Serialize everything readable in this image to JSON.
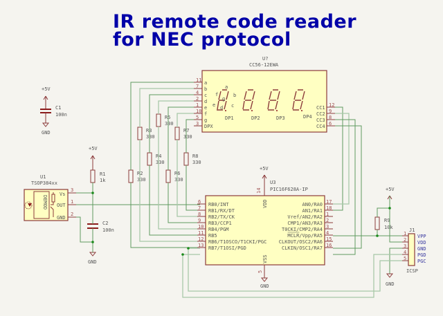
{
  "title": {
    "line1": "IR remote code reader",
    "line2": "for NEC protocol"
  },
  "power": {
    "vcc": "+5V",
    "gnd": "GND"
  },
  "components": {
    "c1": {
      "ref": "C1",
      "value": "100n"
    },
    "c2": {
      "ref": "C2",
      "value": "100n"
    },
    "r1": {
      "ref": "R1",
      "value": "1k"
    },
    "r2": {
      "ref": "R2",
      "value": "330"
    },
    "r3": {
      "ref": "R3",
      "value": "330"
    },
    "r4": {
      "ref": "R4",
      "value": "330"
    },
    "r5": {
      "ref": "R5",
      "value": "330"
    },
    "r6": {
      "ref": "R6",
      "value": "330"
    },
    "r7": {
      "ref": "R7",
      "value": "330"
    },
    "r8": {
      "ref": "R8",
      "value": "330"
    },
    "r9": {
      "ref": "R9",
      "value": "10k"
    },
    "u1": {
      "ref": "U1",
      "value": "TSOP384xx",
      "inner": "DEMOD",
      "pins": [
        {
          "num": "3",
          "name": "Vs"
        },
        {
          "num": "1",
          "name": "OUT"
        },
        {
          "num": "2",
          "name": "GND"
        }
      ]
    },
    "u2": {
      "ref": "U?",
      "value": "CC56-12EWA",
      "left_pins": [
        {
          "num": "11",
          "name": "a"
        },
        {
          "num": "7",
          "name": "b"
        },
        {
          "num": "4",
          "name": "c"
        },
        {
          "num": "2",
          "name": "d"
        },
        {
          "num": "1",
          "name": "e"
        },
        {
          "num": "10",
          "name": "f"
        },
        {
          "num": "5",
          "name": "g"
        },
        {
          "num": "3",
          "name": "DPX"
        }
      ],
      "right_pins": [
        {
          "num": "12",
          "name": "CC1"
        },
        {
          "num": "9",
          "name": "CC2"
        },
        {
          "num": "8",
          "name": "CC3"
        },
        {
          "num": "6",
          "name": "CC4"
        }
      ],
      "digit_labels": [
        "DP1",
        "DP2",
        "DP3",
        "DP4"
      ],
      "segment_labels": [
        "a",
        "b",
        "c",
        "d",
        "e",
        "f",
        "g"
      ]
    },
    "u3": {
      "ref": "U3",
      "value": "PIC16F628A-IP",
      "vdd": {
        "num": "14",
        "name": "VDD"
      },
      "vss": {
        "num": "5",
        "name": "VSS"
      },
      "left_pins": [
        {
          "num": "6",
          "name": "RB0/INT"
        },
        {
          "num": "7",
          "name": "RB1/RX/DT"
        },
        {
          "num": "8",
          "name": "RB2/TX/CK"
        },
        {
          "num": "9",
          "name": "RB3/CCP1"
        },
        {
          "num": "10",
          "name": "RB4/PGM"
        },
        {
          "num": "11",
          "name": "RB5"
        },
        {
          "num": "12",
          "name": "RB6/T1OSCO/T1CKI/PGC"
        },
        {
          "num": "13",
          "name": "RB7/T1OSI/PGD"
        }
      ],
      "right_pins": [
        {
          "num": "17",
          "name": "AN0/RA0"
        },
        {
          "num": "18",
          "name": "AN1/RA1"
        },
        {
          "num": "1",
          "name": "Vref/AN2/RA2"
        },
        {
          "num": "2",
          "name": "CMP1/AN3/RA3"
        },
        {
          "num": "3",
          "name": "T0CKI/CMP2/RA4"
        },
        {
          "num": "4",
          "name": "MCLR/Vpp/RA5"
        },
        {
          "num": "15",
          "name": "CLKOUT/OSC2/RA6"
        },
        {
          "num": "16",
          "name": "CLKIN/OSC1/RA7"
        }
      ]
    },
    "j1": {
      "ref": "J1",
      "value": "ICSP",
      "pins": [
        {
          "num": "1",
          "name": "VPP"
        },
        {
          "num": "2",
          "name": "VDD"
        },
        {
          "num": "3",
          "name": "GND"
        },
        {
          "num": "4",
          "name": "PGD"
        },
        {
          "num": "5",
          "name": "PGC"
        }
      ]
    }
  }
}
